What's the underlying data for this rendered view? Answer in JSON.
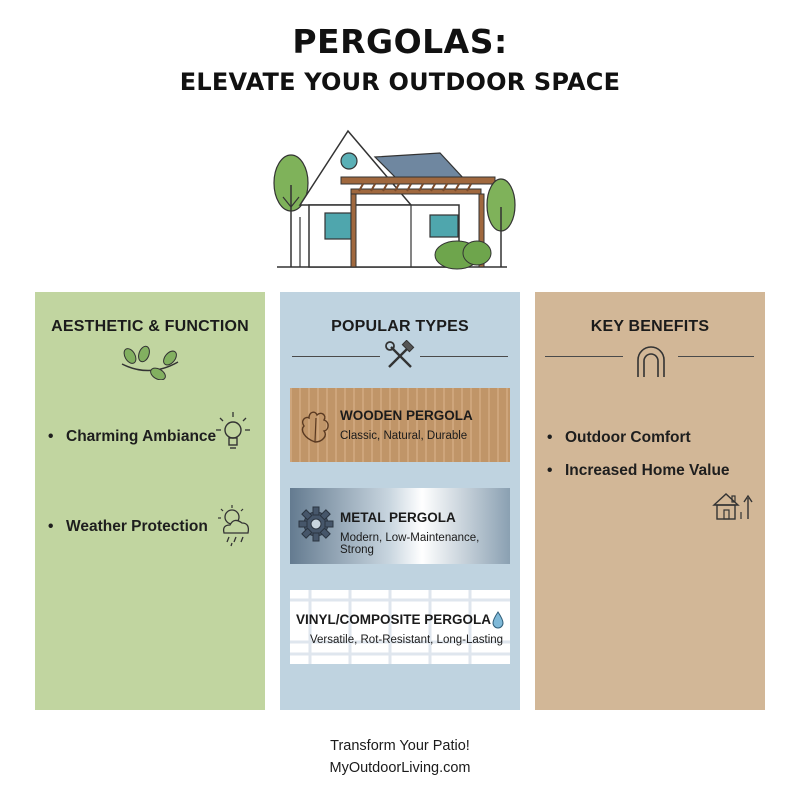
{
  "header": {
    "title": "PERGOLAS:",
    "subtitle": "ELEVATE YOUR OUTDOOR SPACE"
  },
  "colors": {
    "green_panel": "#c1d5a0",
    "blue_panel": "#bfd3e0",
    "tan_panel": "#d2b797",
    "wood_card": "#c89b6c"
  },
  "columns": {
    "aesthetic": {
      "heading": "AESTHETIC & FUNCTION",
      "icon": "leaf-branch-icon",
      "items": [
        {
          "label": "Charming Ambiance",
          "icon": "lightbulb-icon"
        },
        {
          "label": "Weather Protection",
          "icon": "cloud-sun-rain-icon"
        }
      ]
    },
    "types": {
      "heading": "POPULAR TYPES",
      "icon": "hammer-wrench-icon",
      "cards": [
        {
          "title": "WOODEN PERGOLA",
          "subtitle": "Classic, Natural, Durable",
          "icon": "oak-leaf-icon"
        },
        {
          "title": "METAL PERGOLA",
          "subtitle": "Modern, Low-Maintenance, Strong",
          "icon": "gear-icon"
        },
        {
          "title": "VINYL/COMPOSITE PERGOLA",
          "subtitle": "Versatile, Rot-Resistant, Long-Lasting",
          "icon": "water-drop-icon"
        }
      ]
    },
    "benefits": {
      "heading": "KEY BENEFITS",
      "icon": "arch-icon",
      "items": [
        {
          "label": "Outdoor Comfort"
        },
        {
          "label": "Increased Home Value",
          "icon": "house-arrow-up-icon"
        }
      ]
    }
  },
  "footer": {
    "tagline": "Transform Your Patio!",
    "website": "MyOutdoorLiving.com"
  }
}
